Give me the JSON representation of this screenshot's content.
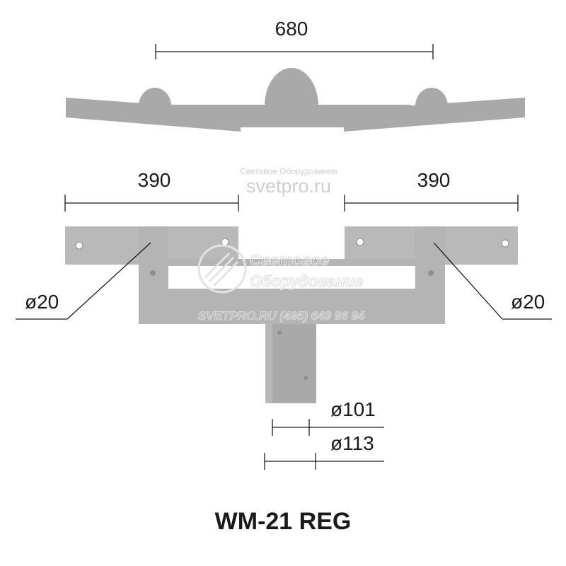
{
  "title": "WM-21 REG",
  "dimensions": {
    "overall_width": "680",
    "left_span": "390",
    "right_span": "390",
    "left_hole": "ø20",
    "right_hole": "ø20",
    "inner_diameter": "ø101",
    "outer_diameter": "ø113"
  },
  "watermark": {
    "company_small": "Световое Оборудование",
    "site_big": "svetpro.ru",
    "company_line1": "Световое",
    "company_line2": "Оборудование",
    "contact": "SVETPRO.RU   (495) 649 86 94"
  },
  "colors": {
    "bracket_fill": "#a9a9a9",
    "bracket_light": "#b9b9b9",
    "line": "#1a1a1a"
  }
}
